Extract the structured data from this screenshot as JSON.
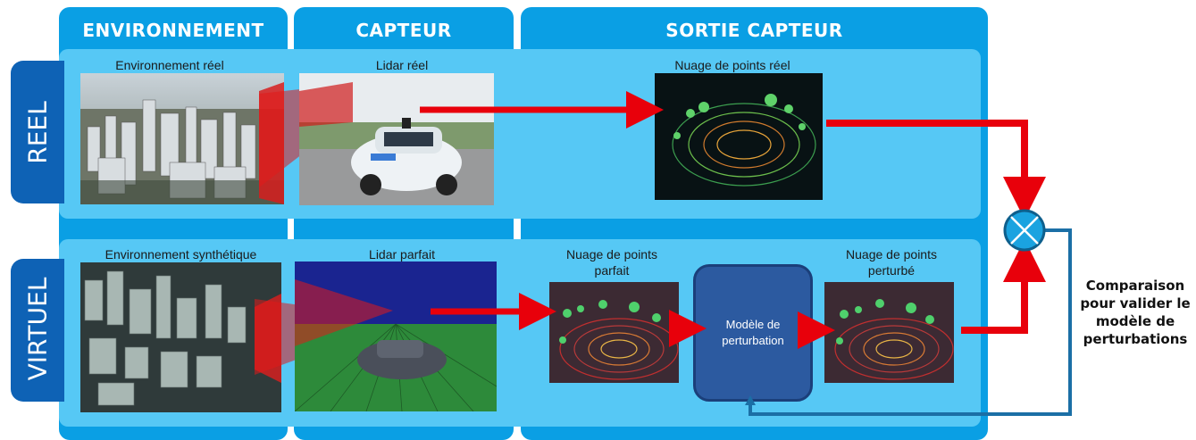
{
  "headers": {
    "environment": "ENVIRONNEMENT",
    "sensor": "CAPTEUR",
    "output": "SORTIE CAPTEUR"
  },
  "rows": {
    "real": "REEL",
    "virtual": "VIRTUEL"
  },
  "captions": {
    "real_env": "Environnement réel",
    "real_lidar": "Lidar réel",
    "real_cloud": "Nuage de points réel",
    "synth_env": "Environnement synthétique",
    "perfect_lidar": "Lidar parfait",
    "perfect_cloud_line1": "Nuage de points",
    "perfect_cloud_line2": "parfait",
    "perturbed_cloud_line1": "Nuage de points",
    "perturbed_cloud_line2": "perturbé"
  },
  "model": {
    "line1": "Modèle de",
    "line2": "perturbation"
  },
  "comparison": {
    "line1": "Comparaison",
    "line2": "pour valider le",
    "line3": "modèle de",
    "line4": "perturbations"
  },
  "colors": {
    "panel": "#0a9fe4",
    "band": "#56c8f5",
    "side_tab": "#0e62b5",
    "arrow": "#e8000b",
    "feedback": "#1b6fa6"
  }
}
